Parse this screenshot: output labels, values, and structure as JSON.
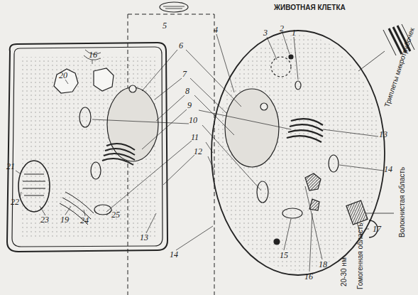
{
  "diagram": {
    "labels": [
      "ЖИВОТНАЯ КЛЕТКА",
      "Триплеты микротрубочек",
      "Волокнистая область",
      "Гомогенная область",
      "20-30 нм",
      "1",
      "2",
      "3",
      "4",
      "5",
      "6",
      "7",
      "8",
      "9",
      "10",
      "11",
      "12",
      "13",
      "14",
      "15",
      "16",
      "17",
      "18",
      "19",
      "20",
      "21",
      "22",
      "23",
      "24",
      "25",
      "16",
      "13",
      "14"
    ]
  }
}
